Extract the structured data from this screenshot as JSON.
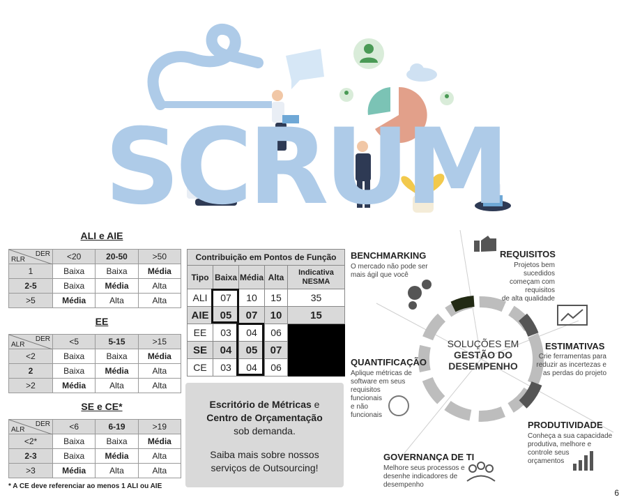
{
  "hero": {
    "word": "SCRUM"
  },
  "ali_aie": {
    "title": "ALI e AIE",
    "corner_top": "DER",
    "corner_bottom": "RLR",
    "cols": [
      "<20",
      "20-50",
      ">50"
    ],
    "rows": [
      {
        "h": "1",
        "c": [
          "Baixa",
          "Baixa",
          "Média"
        ]
      },
      {
        "h": "2-5",
        "c": [
          "Baixa",
          "Média",
          "Alta"
        ]
      },
      {
        "h": ">5",
        "c": [
          "Média",
          "Alta",
          "Alta"
        ]
      }
    ]
  },
  "ee": {
    "title": "EE",
    "corner_top": "DER",
    "corner_bottom": "ALR",
    "cols": [
      "<5",
      "5-15",
      ">15"
    ],
    "rows": [
      {
        "h": "<2",
        "c": [
          "Baixa",
          "Baixa",
          "Média"
        ]
      },
      {
        "h": "2",
        "c": [
          "Baixa",
          "Média",
          "Alta"
        ]
      },
      {
        "h": ">2",
        "c": [
          "Média",
          "Alta",
          "Alta"
        ]
      }
    ]
  },
  "se_ce": {
    "title": "SE e CE*",
    "corner_top": "DER",
    "corner_bottom": "ALR",
    "cols": [
      "<6",
      "6-19",
      ">19"
    ],
    "rows": [
      {
        "h": "<2*",
        "c": [
          "Baixa",
          "Baixa",
          "Média"
        ]
      },
      {
        "h": "2-3",
        "c": [
          "Baixa",
          "Média",
          "Alta"
        ]
      },
      {
        "h": ">3",
        "c": [
          "Média",
          "Alta",
          "Alta"
        ]
      }
    ]
  },
  "footnote": "* A CE deve referenciar ao menos 1 ALI ou AIE",
  "fp": {
    "caption": "Contribuição em Pontos de Função",
    "headers": [
      "Tipo",
      "Baixa",
      "Média",
      "Alta",
      "Indicativa NESMA"
    ],
    "rows": [
      {
        "t": "ALI",
        "v": [
          "07",
          "10",
          "15",
          "35"
        ]
      },
      {
        "t": "AIE",
        "v": [
          "05",
          "07",
          "10",
          "15"
        ]
      },
      {
        "t": "EE",
        "v": [
          "03",
          "04",
          "06",
          ""
        ]
      },
      {
        "t": "SE",
        "v": [
          "04",
          "05",
          "07",
          ""
        ]
      },
      {
        "t": "CE",
        "v": [
          "03",
          "04",
          "06",
          ""
        ]
      }
    ]
  },
  "promo": {
    "line1a": "Escritório de Métricas",
    "line1b": " e",
    "line2": "Centro de Orçamentação",
    "line3": "sob demanda.",
    "line4": "Saiba mais sobre nossos",
    "line5": "serviços de Outsourcing!"
  },
  "info": {
    "center1": "SOLUÇÕES EM",
    "center2": "GESTÃO DO",
    "center3": "DESEMPENHO",
    "benchmarking": {
      "title": "BENCHMARKING",
      "l1": "O mercado não pode ser",
      "l2": "mais ágil que você"
    },
    "requisitos": {
      "title": "REQUISITOS",
      "l1": "Projetos bem sucedidos",
      "l2": "começam com requisitos",
      "l3": "de alta qualidade"
    },
    "estimativas": {
      "title": "ESTIMATIVAS",
      "l1": "Crie ferramentas para",
      "l2": "reduzir as incertezas e",
      "l3": "as perdas do projeto"
    },
    "quantificacao": {
      "title": "QUANTIFICAÇÃO",
      "l1": "Aplique métricas de",
      "l2": "software em seus",
      "l3": "requisitos",
      "l4": "funcionais",
      "l5": "e não",
      "l6": "funcionais"
    },
    "produtividade": {
      "title": "PRODUTIVIDADE",
      "l1": "Conheça a sua capacidade",
      "l2": "produtiva, melhore e",
      "l3": "controle seus",
      "l4": "orçamentos"
    },
    "governanca": {
      "title": "GOVERNANÇA DE TI",
      "l1": "Melhore seus processos e",
      "l2": "desenhe indicadores de",
      "l3": "desempenho"
    }
  },
  "page_number": "6"
}
